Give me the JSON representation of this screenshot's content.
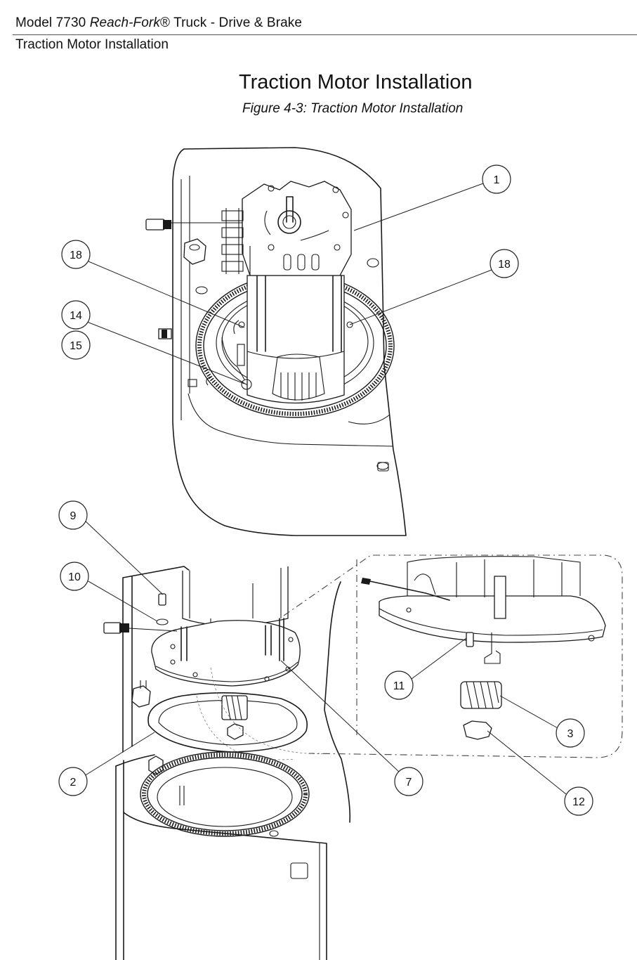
{
  "header": {
    "model_prefix": "Model 7730 ",
    "model_name": "Reach-Fork",
    "model_suffix": "® Truck - Drive & Brake",
    "section": "Traction Motor Installation"
  },
  "page_title": "Traction Motor Installation",
  "figure_caption": "Figure 4-3: Traction Motor Installation",
  "callouts": [
    "1",
    "18",
    "18",
    "14",
    "15",
    "9",
    "10",
    "2",
    "7",
    "11",
    "3",
    "12"
  ]
}
